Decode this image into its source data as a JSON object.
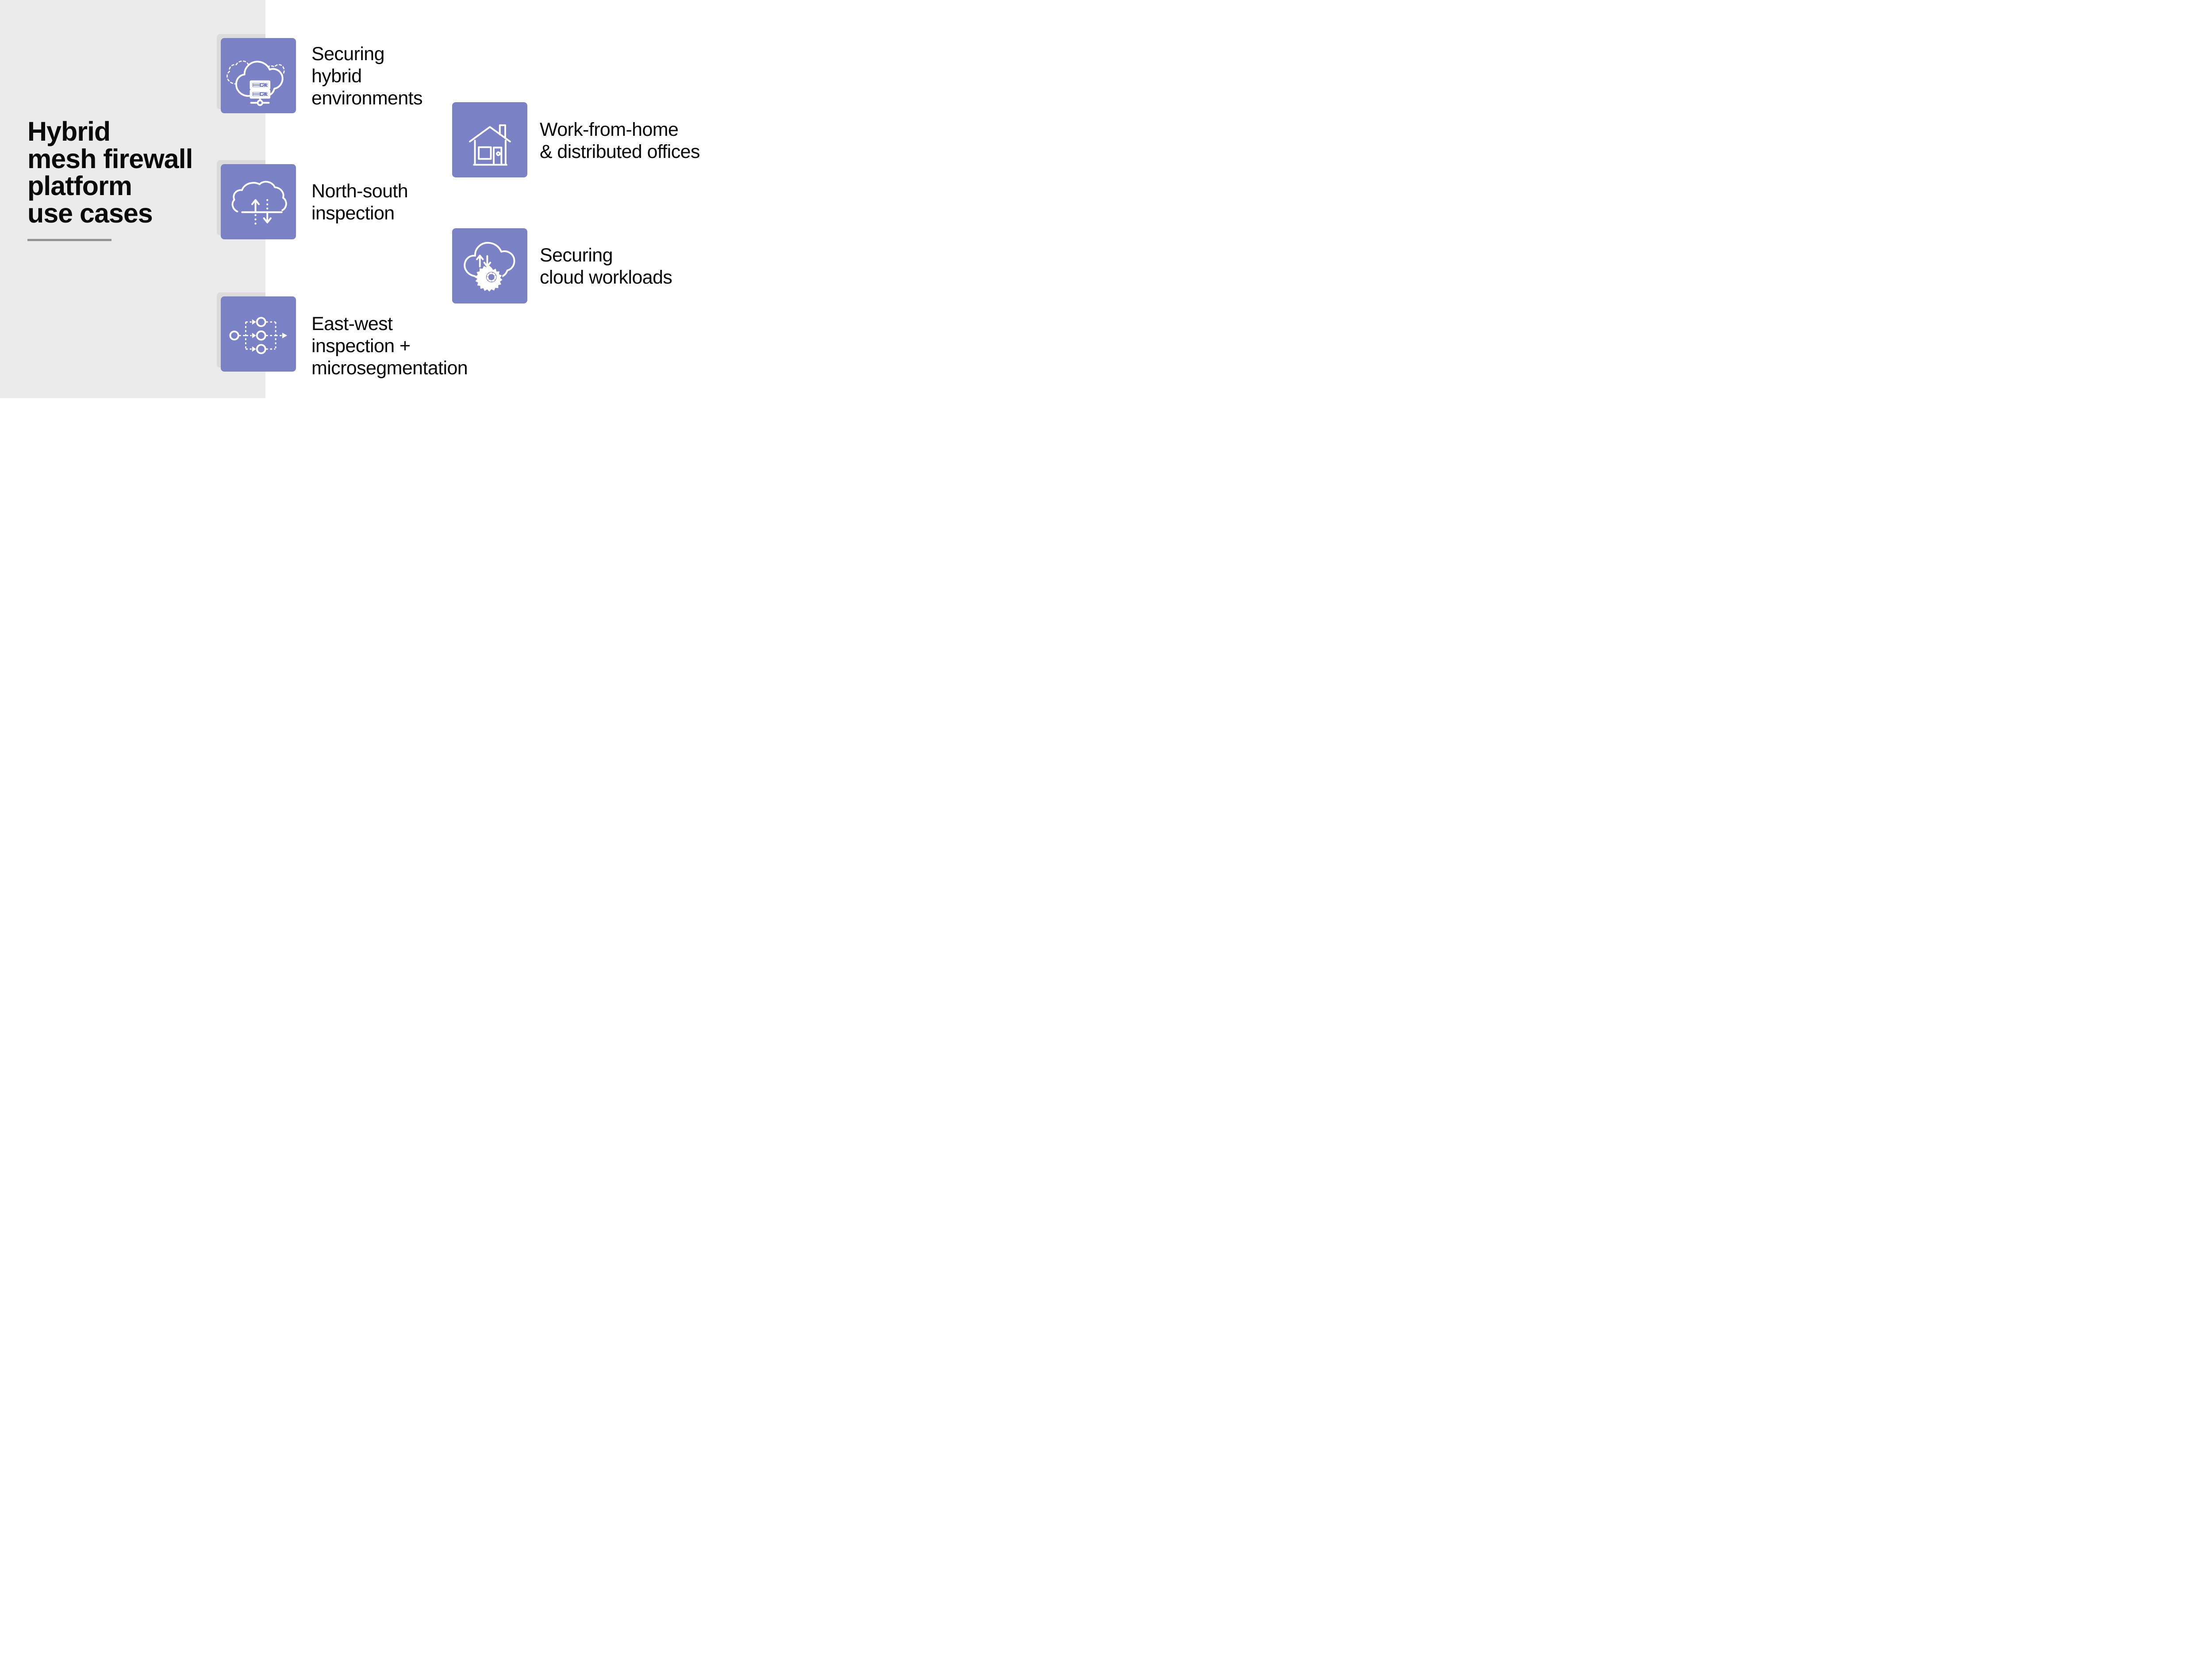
{
  "title": {
    "lines": [
      "Hybrid",
      "mesh firewall",
      "platform",
      "use cases"
    ]
  },
  "items": [
    {
      "id": "securing-hybrid-environments",
      "icon": "hybrid-cloud-servers-icon",
      "lines": [
        "Securing",
        "hybrid",
        "environments"
      ]
    },
    {
      "id": "north-south-inspection",
      "icon": "north-south-inspection-cloud-icon",
      "lines": [
        "North-south",
        "inspection"
      ]
    },
    {
      "id": "east-west-microsegmentation",
      "icon": "east-west-flow-icon",
      "lines": [
        "East-west",
        "inspection +",
        "microsegmentation"
      ]
    },
    {
      "id": "work-from-home",
      "icon": "home-office-house-icon",
      "lines": [
        "Work-from-home",
        "& distributed offices"
      ]
    },
    {
      "id": "securing-cloud-workloads",
      "icon": "cloud-workloads-gear-icon",
      "lines": [
        "Securing",
        "cloud workloads"
      ]
    }
  ],
  "colors": {
    "bg": "#ffffff",
    "panel": "#ebebeb",
    "tile": "#7a81c5",
    "tile_shadow": "#dbdbdb",
    "icon": "#ffffff",
    "ink": "#0a0a0a",
    "rule": "#949494"
  }
}
